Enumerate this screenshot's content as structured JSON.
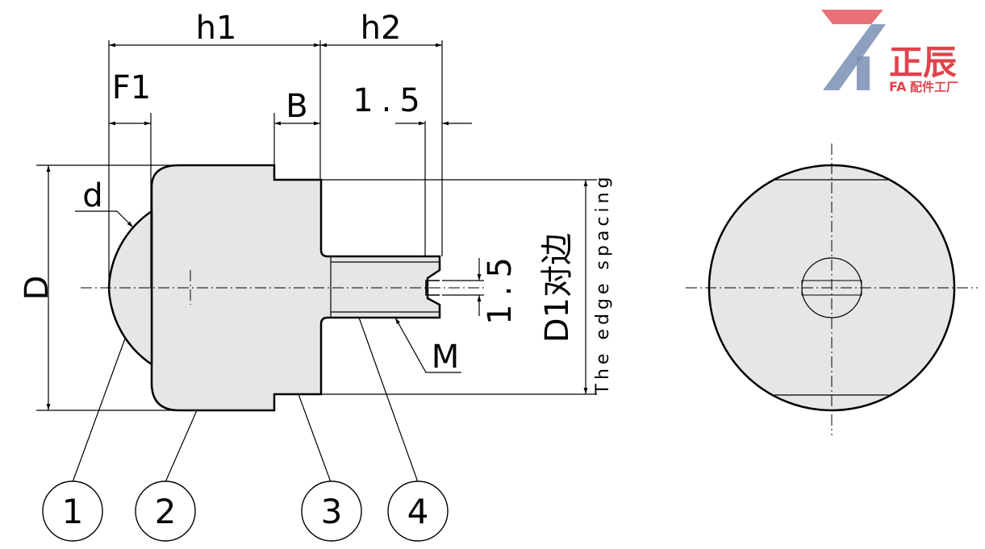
{
  "dimensions": {
    "h1": "h1",
    "h2": "h2",
    "F1": "F1",
    "B": "B",
    "pitch_top": "1.5",
    "d": "d",
    "D": "D",
    "slot": "1.5",
    "M": "M",
    "D1": "D1对边",
    "edge_spacing": "The edge spacing"
  },
  "callouts": [
    "1",
    "2",
    "3",
    "4"
  ],
  "logo": {
    "brand": "正辰",
    "subtitle": "配件工厂",
    "mark": "FA",
    "colors": {
      "red": "#e0434b",
      "blue": "#7a8fb5"
    }
  }
}
